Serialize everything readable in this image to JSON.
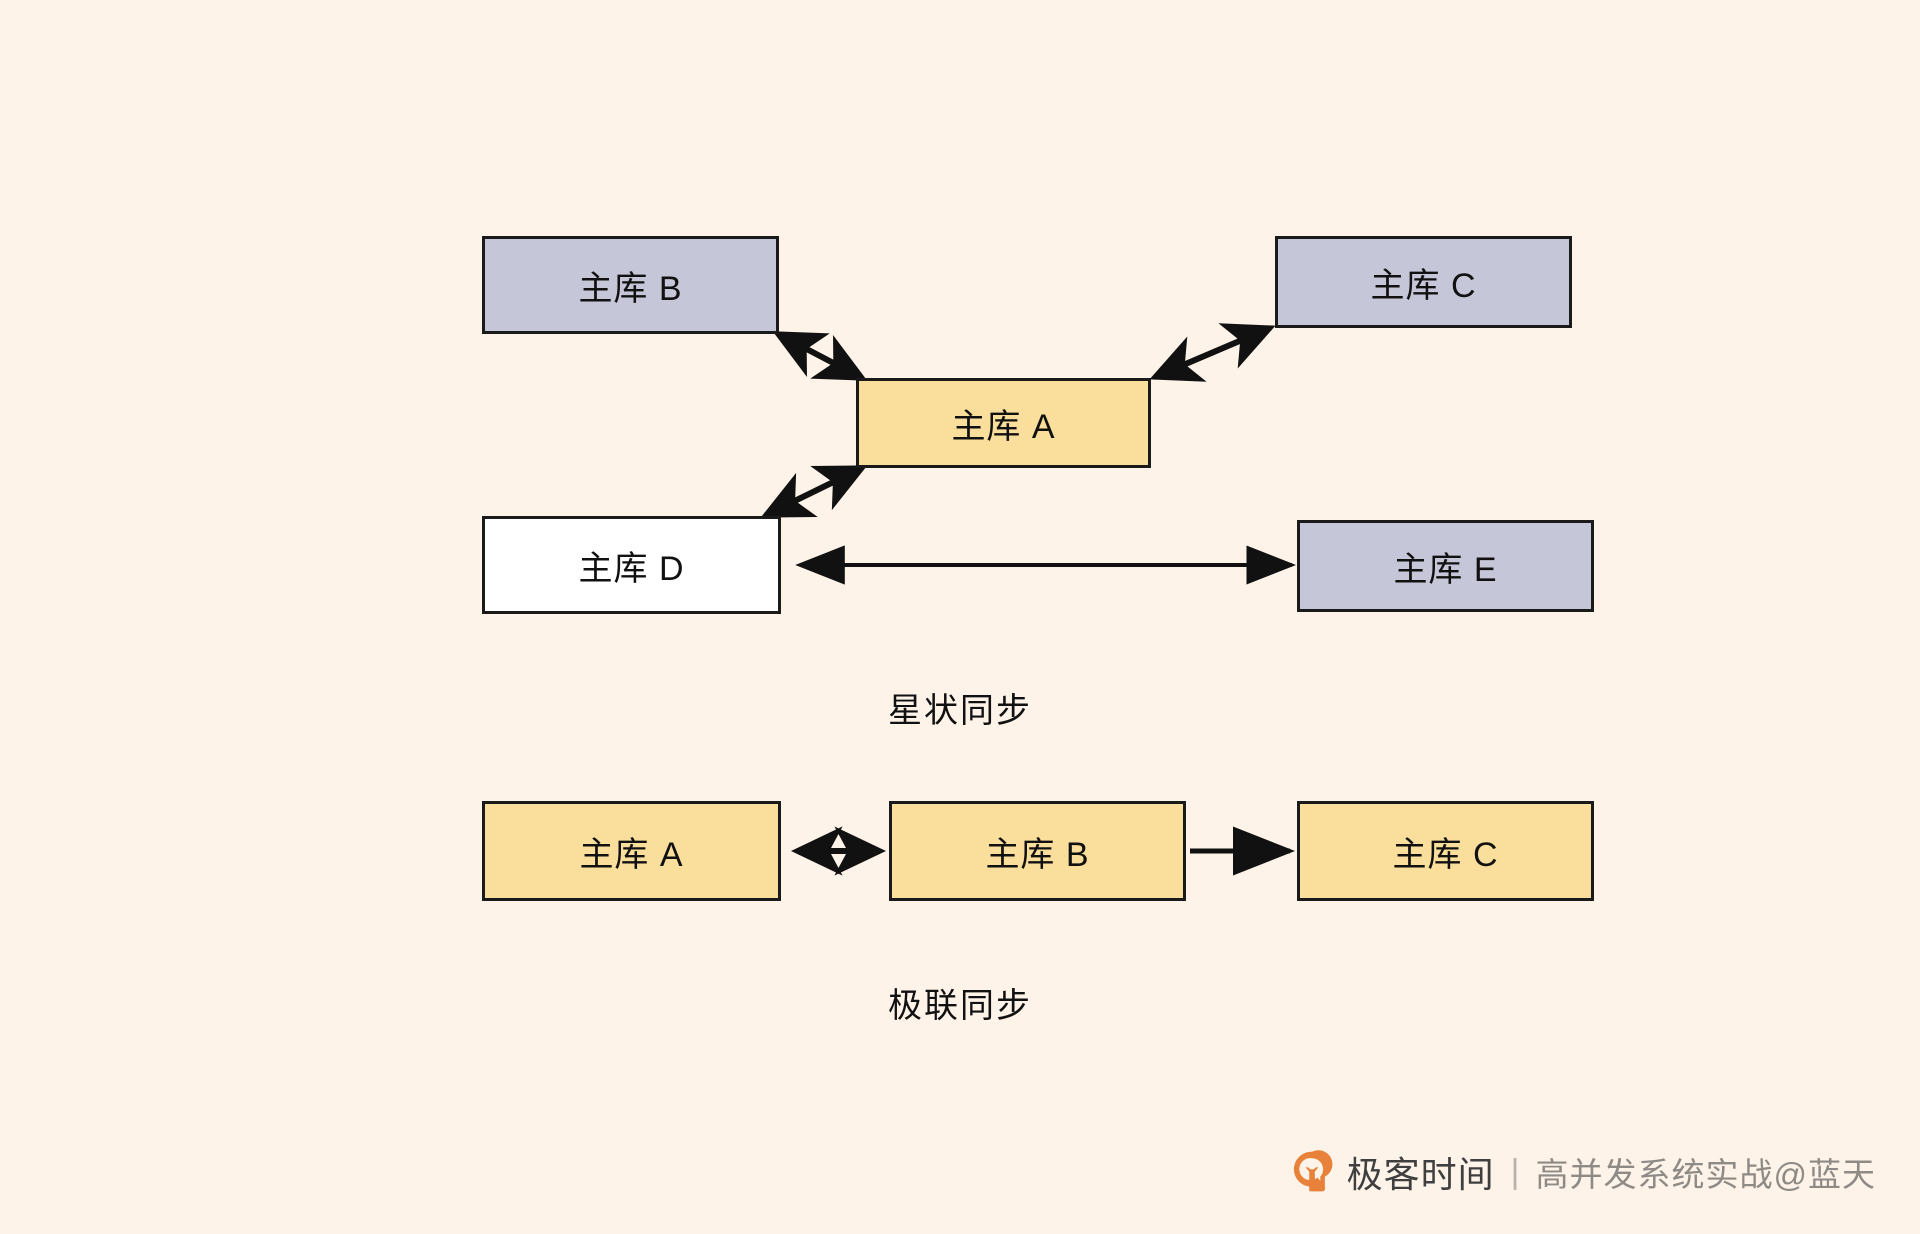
{
  "background_color": "#fdf3e9",
  "diagram": {
    "title_star": "星状同步",
    "title_cascade": "极联同步",
    "colors": {
      "yellow_fill": "#fade9b",
      "lavender_fill": "#c6c6d9",
      "white_fill": "#ffffff",
      "stroke": "#1a1a1a",
      "background": "#fdf3e9",
      "watermark_logo": "#e8813a",
      "watermark_brand": "#3f3f3f",
      "watermark_sub": "#8e8a85"
    },
    "star_section": {
      "caption": "星状同步",
      "nodes": [
        {
          "id": "b",
          "label": "主库 B",
          "fill": "lavender"
        },
        {
          "id": "c",
          "label": "主库 C",
          "fill": "lavender"
        },
        {
          "id": "a",
          "label": "主库 A",
          "fill": "yellow"
        },
        {
          "id": "d",
          "label": "主库 D",
          "fill": "white"
        },
        {
          "id": "e",
          "label": "主库 E",
          "fill": "lavender"
        }
      ],
      "edges": [
        {
          "from": "a",
          "to": "b",
          "direction": "both"
        },
        {
          "from": "a",
          "to": "c",
          "direction": "both"
        },
        {
          "from": "a",
          "to": "d",
          "direction": "both"
        },
        {
          "from": "d",
          "to": "e",
          "direction": "both"
        }
      ]
    },
    "cascade_section": {
      "caption": "极联同步",
      "nodes": [
        {
          "id": "ca",
          "label": "主库 A",
          "fill": "yellow"
        },
        {
          "id": "cb",
          "label": "主库 B",
          "fill": "yellow"
        },
        {
          "id": "cc",
          "label": "主库 C",
          "fill": "yellow"
        }
      ],
      "edges": [
        {
          "from": "ca",
          "to": "cb",
          "direction": "both"
        },
        {
          "from": "cb",
          "to": "cc",
          "direction": "forward"
        }
      ]
    }
  },
  "watermark": {
    "brand": "极客时间",
    "separator": "|",
    "subtitle": "高并发系统实战@蓝天",
    "logo_icon": "geek-time-logo-icon"
  }
}
